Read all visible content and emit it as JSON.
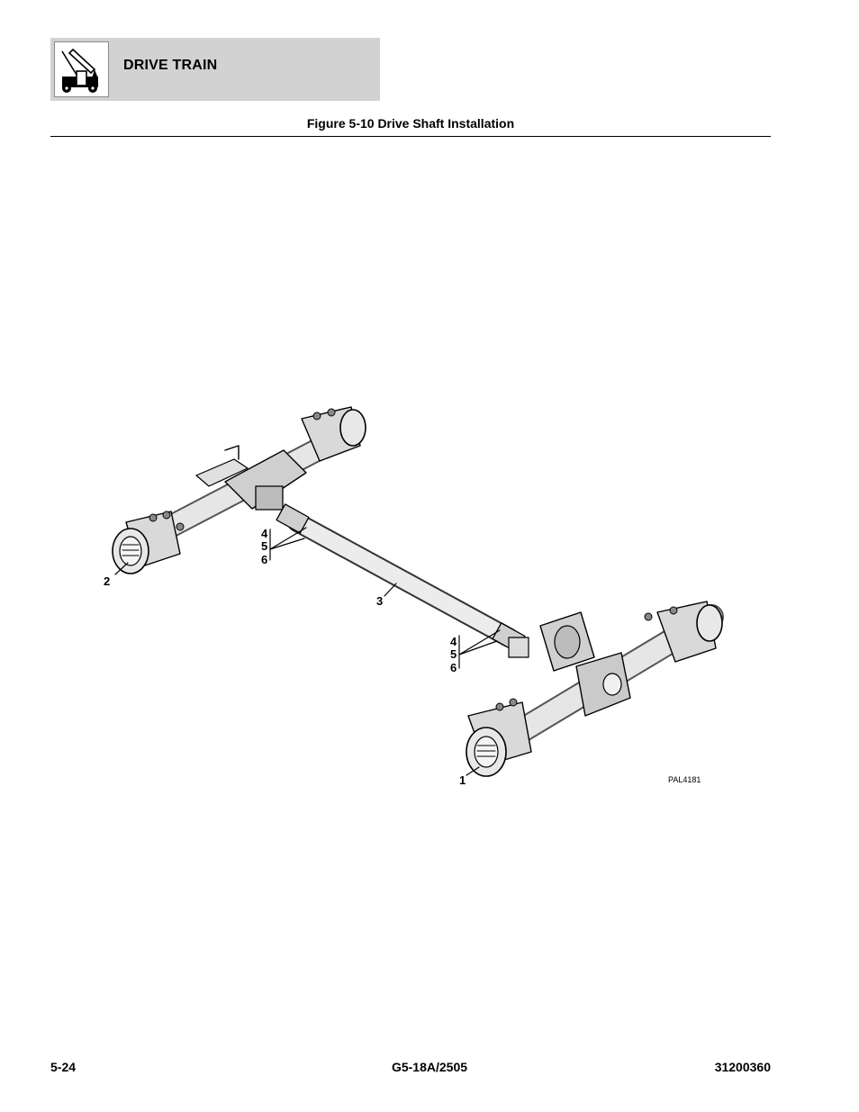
{
  "header": {
    "section_title": "DRIVE TRAIN",
    "logo_icon": "drive-train-tractor-icon",
    "box_color": "#d2d2d2"
  },
  "figure": {
    "title": "Figure 5-10 Drive Shaft Installation",
    "code": "PAL4181",
    "callouts": {
      "c1": "1",
      "c2": "2",
      "c3": "3",
      "upper_group": [
        "4",
        "5",
        "6"
      ],
      "lower_group": [
        "4",
        "5",
        "6"
      ]
    }
  },
  "footer": {
    "page_number": "5-24",
    "model": "G5-18A/2505",
    "doc_number": "31200360"
  }
}
